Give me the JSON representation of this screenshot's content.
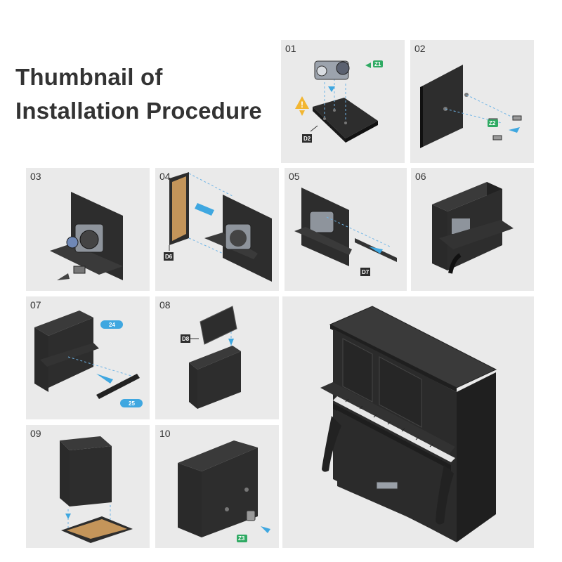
{
  "title": {
    "line1": "Thumbnail of",
    "line2": "Installation Procedure"
  },
  "steps": [
    {
      "num": "01",
      "labels": [
        "Z1",
        "D2"
      ]
    },
    {
      "num": "02",
      "labels": [
        "Z2"
      ]
    },
    {
      "num": "03",
      "labels": []
    },
    {
      "num": "04",
      "labels": [
        "D6"
      ]
    },
    {
      "num": "05",
      "labels": [
        "D7"
      ]
    },
    {
      "num": "06",
      "labels": []
    },
    {
      "num": "07",
      "labels": [
        "24",
        "25"
      ]
    },
    {
      "num": "08",
      "labels": [
        "D8"
      ]
    },
    {
      "num": "09",
      "labels": []
    },
    {
      "num": "10",
      "labels": [
        "Z3"
      ]
    }
  ],
  "colors": {
    "panel": "#eaeaea",
    "part": "#2d2d2d",
    "arrow_blue": "#3fa7e0",
    "label_green": "#2faa63",
    "warning": "#f2b632"
  }
}
